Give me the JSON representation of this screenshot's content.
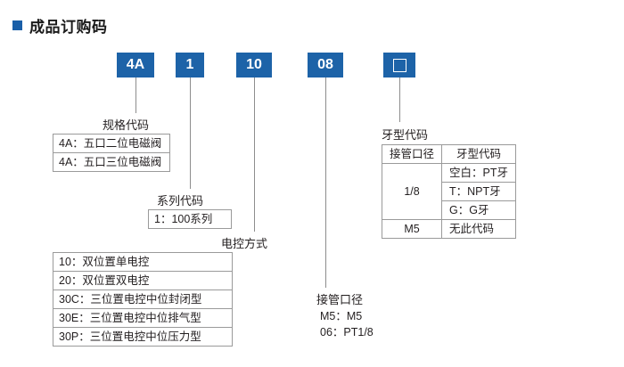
{
  "title": "成品订购码",
  "code_boxes": [
    {
      "label": "4A"
    },
    {
      "label": "1"
    },
    {
      "label": "10"
    },
    {
      "label": "08"
    },
    {
      "label": ""
    }
  ],
  "groups": {
    "spec": {
      "label": "规格代码",
      "items": [
        "4A：五口二位电磁阀",
        "4A：五口三位电磁阀"
      ]
    },
    "series": {
      "label": "系列代码",
      "items": [
        "1：100系列"
      ]
    },
    "control": {
      "label": "电控方式",
      "items": [
        "10：双位置单电控",
        "20：双位置双电控",
        "30C：三位置电控中位封闭型",
        "30E：三位置电控中位排气型",
        "30P：三位置电控中位压力型"
      ]
    },
    "port": {
      "label": "接管口径",
      "items": [
        "M5：M5",
        "06：PT1/8"
      ]
    },
    "thread": {
      "label": "牙型代码",
      "table": {
        "headers": [
          "接管口径",
          "牙型代码"
        ],
        "rows": [
          {
            "port": "1/8",
            "rowspan": 3,
            "threads": [
              "空白：PT牙",
              "T：NPT牙",
              "G：G牙"
            ]
          },
          {
            "port": "M5",
            "rowspan": 1,
            "threads": [
              "无此代码"
            ]
          }
        ]
      }
    }
  },
  "colors": {
    "accent": "#1d63a8",
    "line": "#8d8d8d",
    "text": "#231f20"
  }
}
